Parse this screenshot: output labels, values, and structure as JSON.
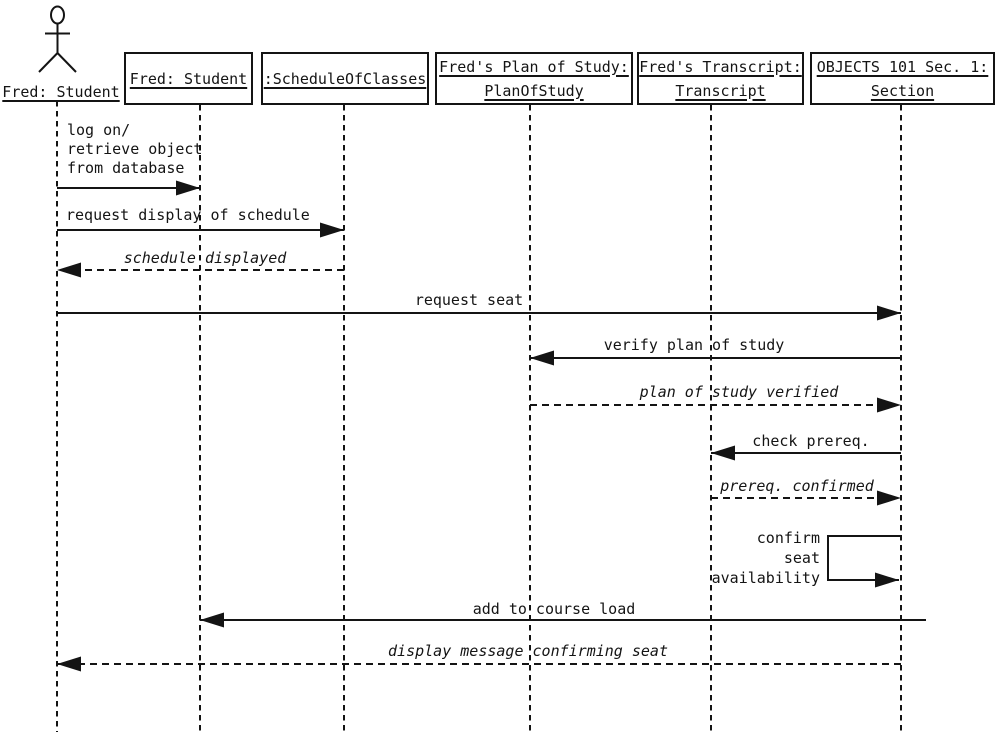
{
  "colors": {
    "ink": "#141414",
    "background": "#ffffff"
  },
  "actor": {
    "icon": "stick-figure",
    "label": "Fred: Student"
  },
  "objects": [
    {
      "name": "fred-student",
      "line1": "Fred: Student"
    },
    {
      "name": "schedule-of-classes",
      "line1": ":ScheduleOfClasses"
    },
    {
      "name": "freds-plan-of-study",
      "line1": "Fred's Plan of Study:",
      "line2": "PlanOfStudy"
    },
    {
      "name": "freds-transcript",
      "line1": "Fred's Transcript:",
      "line2": "Transcript"
    },
    {
      "name": "objects-101-section",
      "line1": "OBJECTS 101 Sec. 1:",
      "line2": "Section"
    }
  ],
  "messages": [
    {
      "label": "log on/\nretrieve object\nfrom database",
      "from": "Fred: Student (actor)",
      "to": "Fred: Student",
      "line": "solid"
    },
    {
      "label": "request display of schedule",
      "from": "Fred: Student (actor)",
      "to": ":ScheduleOfClasses",
      "line": "solid"
    },
    {
      "label": "schedule displayed",
      "from": ":ScheduleOfClasses",
      "to": "Fred: Student (actor)",
      "line": "dashed",
      "emphasis": "italic"
    },
    {
      "label": "request seat",
      "from": "Fred: Student (actor)",
      "to": "OBJECTS 101 Sec. 1: Section",
      "line": "solid"
    },
    {
      "label": "verify plan of study",
      "from": "OBJECTS 101 Sec. 1: Section",
      "to": "Fred's Plan of Study: PlanOfStudy",
      "line": "solid"
    },
    {
      "label": "plan of study verified",
      "from": "Fred's Plan of Study: PlanOfStudy",
      "to": "OBJECTS 101 Sec. 1: Section",
      "line": "dashed",
      "emphasis": "italic"
    },
    {
      "label": "check prereq.",
      "from": "OBJECTS 101 Sec. 1: Section",
      "to": "Fred's Transcript: Transcript",
      "line": "solid"
    },
    {
      "label": "prereq. confirmed",
      "from": "Fred's Transcript: Transcript",
      "to": "OBJECTS 101 Sec. 1: Section",
      "line": "dashed",
      "emphasis": "italic"
    },
    {
      "label": "confirm\nseat\navailability",
      "from": "OBJECTS 101 Sec. 1: Section",
      "to": "OBJECTS 101 Sec. 1: Section",
      "line": "solid-self"
    },
    {
      "label": "add to course load",
      "from": "OBJECTS 101 Sec. 1: Section",
      "to": "Fred: Student",
      "line": "solid"
    },
    {
      "label": "display message confirming seat",
      "from": "OBJECTS 101 Sec. 1: Section",
      "to": "Fred: Student (actor)",
      "line": "dashed",
      "emphasis": "italic"
    }
  ]
}
